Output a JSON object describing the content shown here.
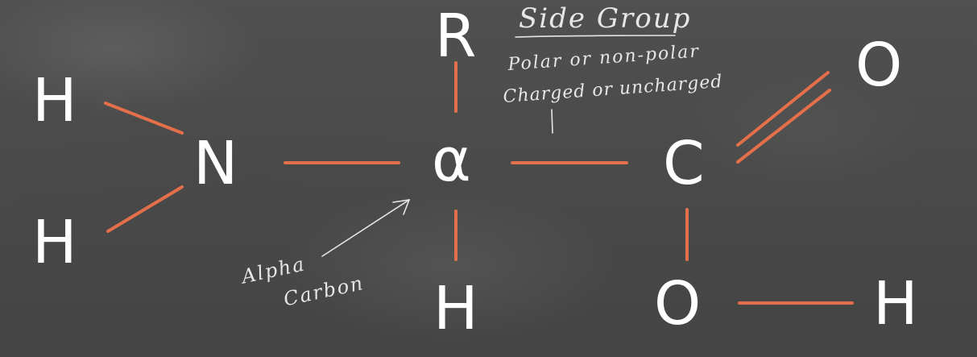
{
  "colors": {
    "bond": "#e46f4b",
    "atom": "#ffffff",
    "handwriting": "#e6e6e6",
    "board": "#4a4b4a"
  },
  "atoms": {
    "h_top_left": "H",
    "h_bottom_left": "H",
    "nitrogen": "N",
    "alpha_carbon": "α",
    "side_group": "R",
    "h_alpha": "H",
    "carbon": "C",
    "oxygen_double": "O",
    "oxygen_hydroxyl": "O",
    "h_hydroxyl": "H"
  },
  "annotations": {
    "side_group_title": "Side Group",
    "side_group_line1": "Polar or non-polar",
    "side_group_line2": "Charged or uncharged",
    "alpha_label_line1": "Alpha",
    "alpha_label_line2": "Carbon"
  }
}
